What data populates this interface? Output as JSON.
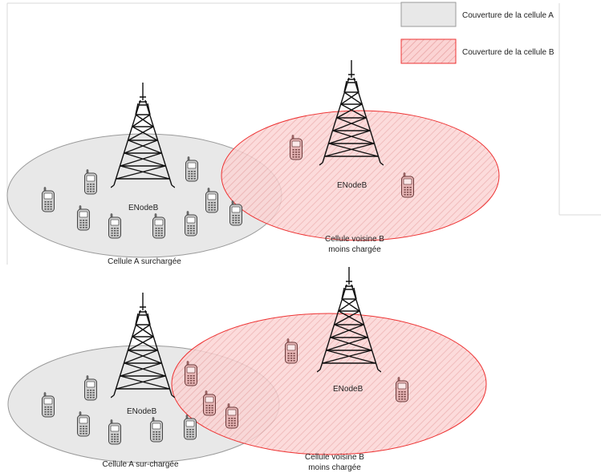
{
  "legend": {
    "cell_a": "Couverture de la cellule A",
    "cell_b": "Couverture de la cellule B"
  },
  "colors": {
    "cell_a_fill": "#e8e8e8",
    "cell_a_stroke": "#9a9a9a",
    "cell_b_fill": "#fbd3d3",
    "cell_b_stroke": "#ee3333",
    "hatch": "#e99a9a"
  },
  "top": {
    "tower_a_label": "ENodeB",
    "tower_b_label": "ENodeB",
    "cell_a_caption": "Cellule A surchargée",
    "cell_b_caption_line1": "Cellule voisine B",
    "cell_b_caption_line2": "moins chargée"
  },
  "bottom": {
    "tower_a_label": "ENodeB",
    "tower_b_label": "ENodeB",
    "cell_a_caption": "Cellule A sur-chargée",
    "cell_b_caption_line1": "Cellule voisine B",
    "cell_b_caption_line2": "moins chargée"
  },
  "icons": {
    "tower": "cell-tower-icon",
    "phone": "mobile-phone-icon"
  }
}
